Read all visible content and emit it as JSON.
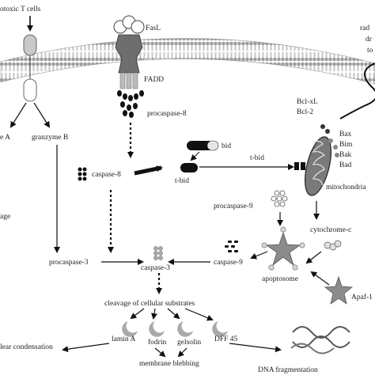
{
  "labels": {
    "cytotoxic_t_cells": "otoxic T cells",
    "fasl": "FasL",
    "fas_receptor": "Fas receptor",
    "fadd": "FADD",
    "procaspase_8": "procaspase-8",
    "caspase_8": "caspase-8",
    "bid": "bid",
    "t_bid_left": "t-bid",
    "t_bid_right": "t-bid",
    "granzyme_a": "e A",
    "granzyme_b": "granzyme B",
    "cleavage_left": "age",
    "right_edge_top": "rad",
    "right_edge_mid": "dr",
    "right_edge_low": "to",
    "bcl_xl": "Bcl-xL",
    "bcl_2": "Bcl-2",
    "bax": "Bax",
    "bim": "Bim",
    "bak": "Bak",
    "bad": "Bad",
    "mitochondria": "mitochondria",
    "procaspase_9": "procaspase-9",
    "cytochrome_c": "cytochrome-c",
    "caspase_9": "caspase-9",
    "apoptosome": "apoptosome",
    "apaf_1": "Apaf-1",
    "procaspase_3": "procaspase-3",
    "caspase_3": "caspase-3",
    "cleavage_substrates": "cleavage of cellular substrates",
    "lamin_a": "lamin A",
    "fodrin": "fodrin",
    "gelsolin": "gelsolin",
    "dff45": "DFF 45",
    "nuclear_condensation": "lear condensation",
    "membrane_blebbing": "membrane blebbing",
    "dna_fragmentation": "DNA fragmentation"
  },
  "colors": {
    "membrane": "#9a9a9a",
    "arrow": "#111111",
    "receptor": "#6e6e6e",
    "caspase_dot": "#1a1a1a",
    "pro_dot": "#c8c8c8",
    "star": "#8c8c8c"
  }
}
